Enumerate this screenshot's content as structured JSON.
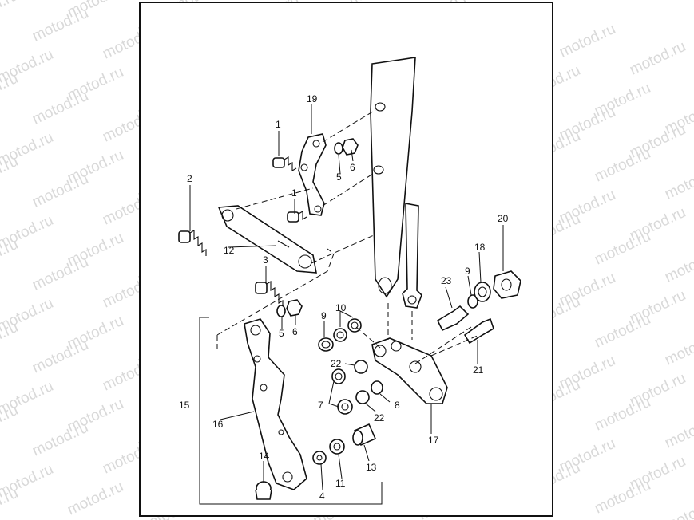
{
  "watermark": {
    "text": "motod.ru"
  },
  "diagram": {
    "callouts": [
      "1",
      "1",
      "2",
      "3",
      "4",
      "5",
      "5",
      "6",
      "6",
      "7",
      "8",
      "9",
      "9",
      "10",
      "11",
      "12",
      "13",
      "14",
      "15",
      "16",
      "17",
      "18",
      "19",
      "20",
      "21",
      "22",
      "22",
      "23"
    ]
  }
}
